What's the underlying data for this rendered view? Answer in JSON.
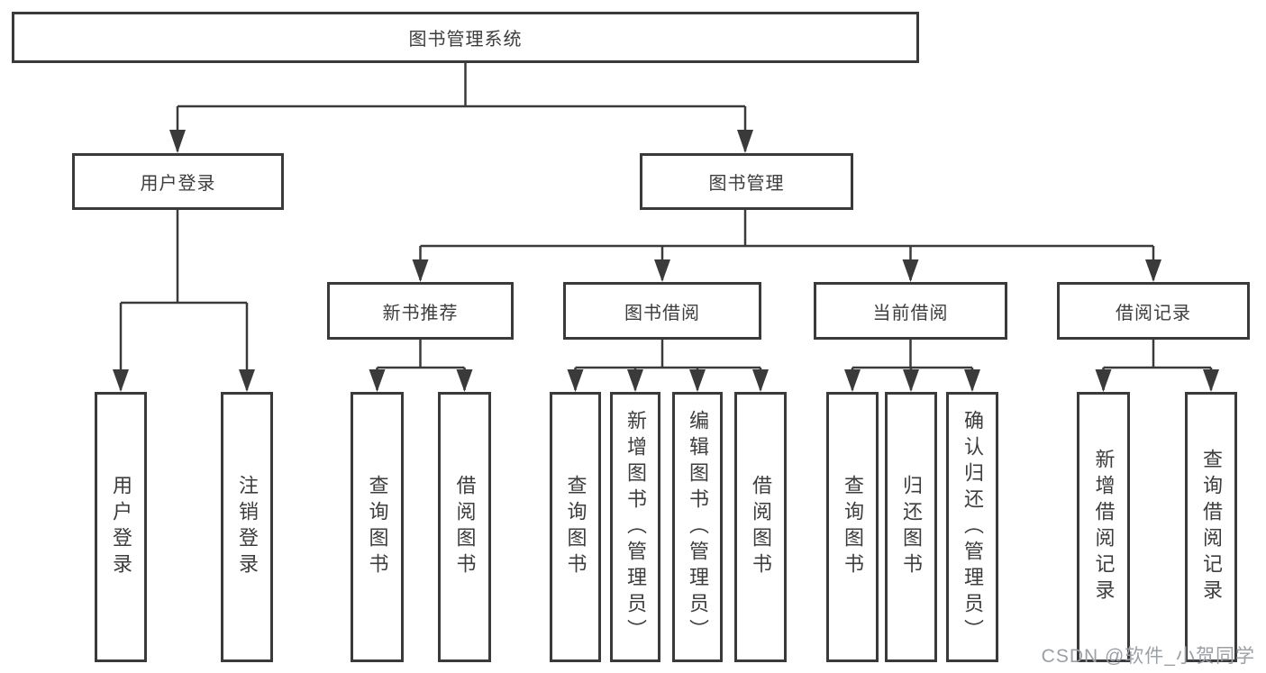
{
  "colors": {
    "line": "#3a3a3a",
    "box_border": "#3a3a3a",
    "box_fill": "#ffffff",
    "text": "#3d3d3d",
    "watermark": "#9ba0a6",
    "background": "#ffffff"
  },
  "tree": {
    "root": {
      "label": "图书管理系统"
    },
    "level2": [
      {
        "label": "用户登录"
      },
      {
        "label": "图书管理"
      }
    ],
    "level3": [
      {
        "label": "新书推荐",
        "parent": "图书管理"
      },
      {
        "label": "图书借阅",
        "parent": "图书管理"
      },
      {
        "label": "当前借阅",
        "parent": "图书管理"
      },
      {
        "label": "借阅记录",
        "parent": "图书管理"
      }
    ],
    "leaves": [
      {
        "label": "用户登录",
        "parent": "用户登录"
      },
      {
        "label": "注销登录",
        "parent": "用户登录"
      },
      {
        "label": "查询图书",
        "parent": "新书推荐"
      },
      {
        "label": "借阅图书",
        "parent": "新书推荐"
      },
      {
        "label": "查询图书",
        "parent": "图书借阅"
      },
      {
        "label": "新增图书（管理员）",
        "parent": "图书借阅"
      },
      {
        "label": "编辑图书（管理员）",
        "parent": "图书借阅"
      },
      {
        "label": "借阅图书",
        "parent": "图书借阅"
      },
      {
        "label": "查询图书",
        "parent": "当前借阅"
      },
      {
        "label": "归还图书",
        "parent": "当前借阅"
      },
      {
        "label": "确认归还（管理员）",
        "parent": "当前借阅"
      },
      {
        "label": "新增借阅记录",
        "parent": "借阅记录"
      },
      {
        "label": "查询借阅记录",
        "parent": "借阅记录"
      }
    ]
  },
  "watermark": {
    "text": "CSDN @软件_小贺同学"
  }
}
